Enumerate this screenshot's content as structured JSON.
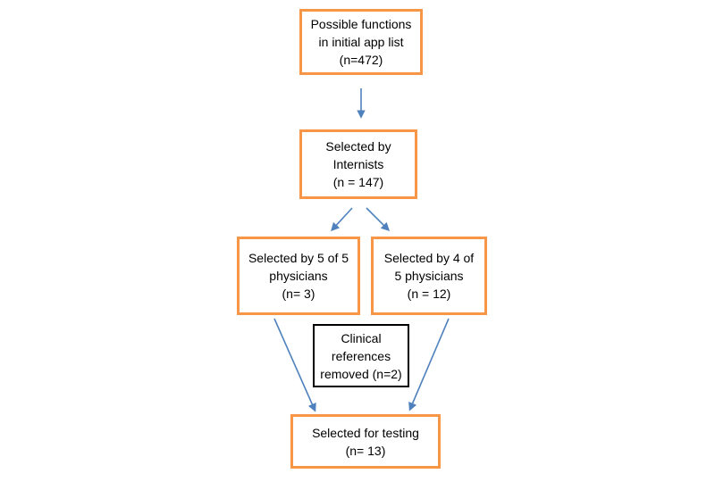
{
  "colors": {
    "background": "#ffffff",
    "box_border": "#F79646",
    "plain_box_border": "#000000",
    "arrow": "#4F81BD",
    "text": "#000000"
  },
  "diagram": {
    "type": "flowchart",
    "nodes": {
      "initial": {
        "label": "Possible functions\nin initial app list\n(n=472)",
        "border": "orange",
        "n": 472
      },
      "internists": {
        "label": "Selected by\nInternists\n(n = 147)",
        "border": "orange",
        "n": 147
      },
      "five_of_five": {
        "label": "Selected by 5 of 5\nphysicians\n(n= 3)",
        "border": "orange",
        "n": 3
      },
      "four_of_five": {
        "label": "Selected by 4 of\n5 physicians\n(n = 12)",
        "border": "orange",
        "n": 12
      },
      "clinical": {
        "label": "Clinical\nreferences\nremoved (n=2)",
        "border": "black",
        "n": 2
      },
      "testing": {
        "label": "Selected for testing\n(n= 13)",
        "border": "orange",
        "n": 13
      }
    },
    "edges": [
      {
        "from": "initial",
        "to": "internists"
      },
      {
        "from": "internists",
        "to": "five_of_five"
      },
      {
        "from": "internists",
        "to": "four_of_five"
      },
      {
        "from": "five_of_five",
        "to": "testing"
      },
      {
        "from": "four_of_five",
        "to": "testing"
      }
    ]
  }
}
